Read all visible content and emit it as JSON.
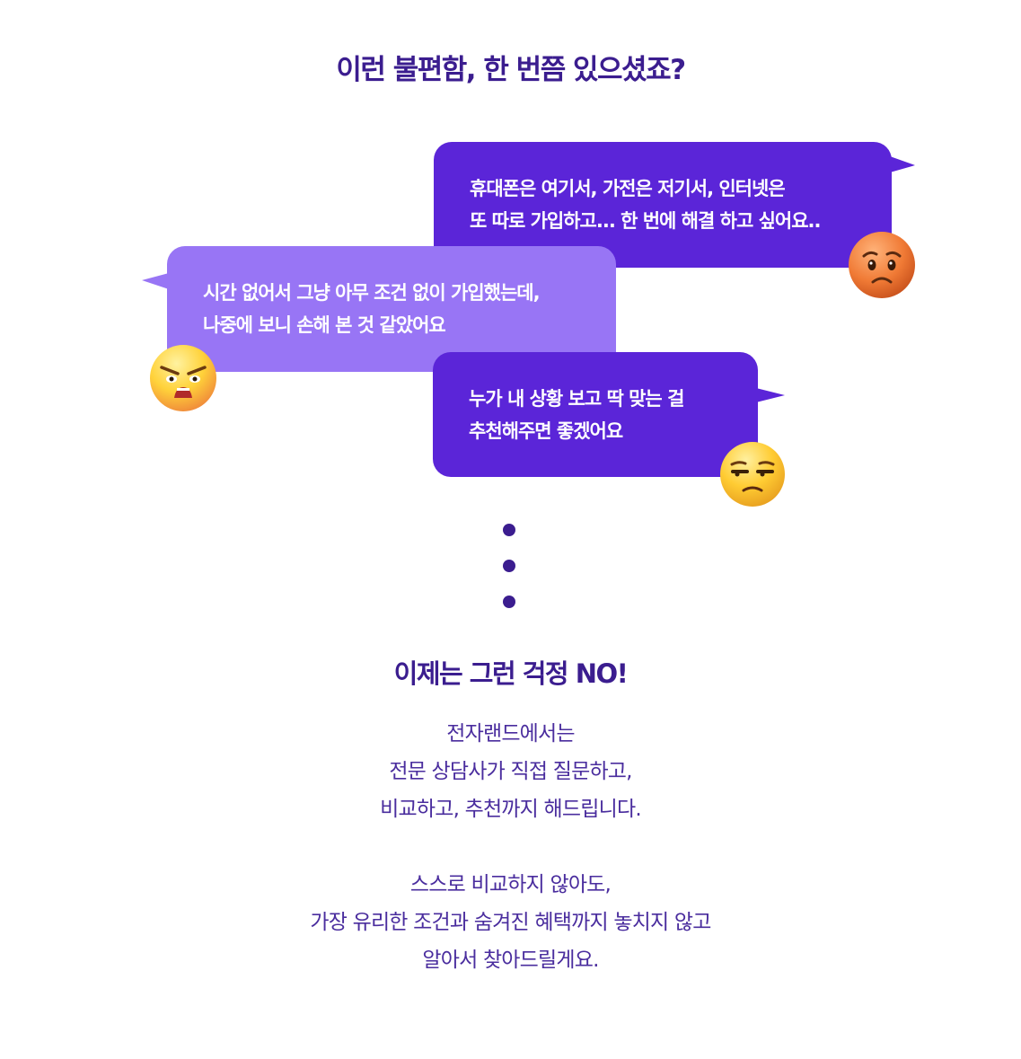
{
  "heading": "이런 불편함, 한 번쯤 있으셨죠?",
  "bubbles": [
    {
      "lines": [
        "휴대폰은 여기서, 가전은 저기서, 인터넷은",
        "또 따로 가입하고... 한 번에 해결 하고 싶어요.."
      ],
      "color": "#5b25d8",
      "emoji": "worried-face-emoji"
    },
    {
      "lines": [
        "시간 없어서 그냥 아무 조건 없이 가입했는데,",
        "나중에 보니 손해 본 것 같았어요"
      ],
      "color": "#9875f5",
      "emoji": "angry-face-emoji"
    },
    {
      "lines": [
        "누가 내 상황 보고 딱 맞는 걸",
        "추천해주면 좋겠어요"
      ],
      "color": "#5b25d8",
      "emoji": "unamused-face-emoji"
    }
  ],
  "subheading": "이제는 그런 걱정 NO!",
  "description": [
    "전자랜드에서는",
    "전문 상담사가 직접 질문하고,",
    "비교하고, 추천까지 해드립니다.",
    "",
    "스스로 비교하지 않아도,",
    "가장 유리한 조건과 숨겨진 혜택까지 놓치지 않고",
    "알아서 찾아드릴게요."
  ],
  "colors": {
    "primary": "#5b25d8",
    "secondary": "#9875f5",
    "heading": "#3b1d8f",
    "text": "#4a2d9e"
  }
}
